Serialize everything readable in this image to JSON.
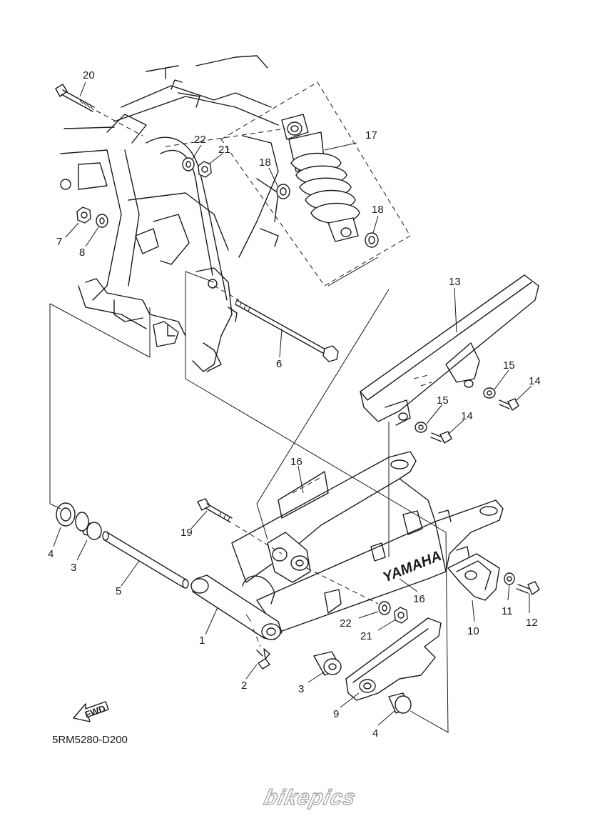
{
  "diagram": {
    "code": "5RM5280-D200",
    "brand_mark": "YAMAHA",
    "fwd_mark": "FWD",
    "watermark": "bikepics",
    "callouts": [
      {
        "id": "c20",
        "label": "20"
      },
      {
        "id": "c22a",
        "label": "22"
      },
      {
        "id": "c21a",
        "label": "21"
      },
      {
        "id": "c17",
        "label": "17"
      },
      {
        "id": "c18a",
        "label": "18"
      },
      {
        "id": "c18b",
        "label": "18"
      },
      {
        "id": "c7",
        "label": "7"
      },
      {
        "id": "c8",
        "label": "8"
      },
      {
        "id": "c13",
        "label": "13"
      },
      {
        "id": "c6",
        "label": "6"
      },
      {
        "id": "c15a",
        "label": "15"
      },
      {
        "id": "c14a",
        "label": "14"
      },
      {
        "id": "c15b",
        "label": "15"
      },
      {
        "id": "c14b",
        "label": "14"
      },
      {
        "id": "c16a",
        "label": "16"
      },
      {
        "id": "c19",
        "label": "19"
      },
      {
        "id": "c4a",
        "label": "4"
      },
      {
        "id": "c3a",
        "label": "3"
      },
      {
        "id": "c5",
        "label": "5"
      },
      {
        "id": "c16b",
        "label": "16"
      },
      {
        "id": "c11",
        "label": "11"
      },
      {
        "id": "c12",
        "label": "12"
      },
      {
        "id": "c10",
        "label": "10"
      },
      {
        "id": "c22b",
        "label": "22"
      },
      {
        "id": "c21b",
        "label": "21"
      },
      {
        "id": "c1",
        "label": "1"
      },
      {
        "id": "c2",
        "label": "2"
      },
      {
        "id": "c3b",
        "label": "3"
      },
      {
        "id": "c9",
        "label": "9"
      },
      {
        "id": "c4b",
        "label": "4"
      }
    ]
  }
}
